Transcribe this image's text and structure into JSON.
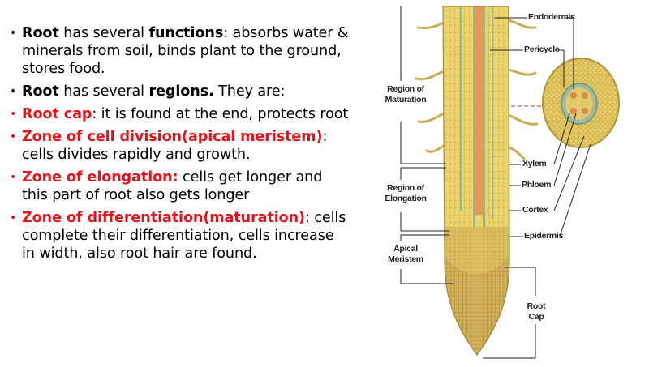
{
  "slide": {
    "bullets": [
      {
        "parts": [
          {
            "text": "Root",
            "style": "bold"
          },
          {
            "text": " has several ",
            "style": "normal"
          },
          {
            "text": "functions",
            "style": "bold"
          },
          {
            "text": ": absorbs water & minerals from soil, binds plant to the ground, stores food.",
            "style": "normal"
          }
        ]
      },
      {
        "parts": [
          {
            "text": "Root",
            "style": "bold"
          },
          {
            "text": " has several ",
            "style": "normal"
          },
          {
            "text": "regions.",
            "style": "bold"
          },
          {
            "text": " They are:",
            "style": "normal"
          }
        ]
      },
      {
        "parts": [
          {
            "text": "Root cap",
            "style": "red"
          },
          {
            "text": ": it is found at the end, protects root",
            "style": "normal"
          }
        ]
      },
      {
        "parts": [
          {
            "text": "Zone of cell division(apical meristem)",
            "style": "red"
          },
          {
            "text": ": cells divides rapidly and growth.",
            "style": "normal"
          }
        ]
      },
      {
        "parts": [
          {
            "text": "Zone of elongation:",
            "style": "red"
          },
          {
            "text": " cells get longer and this part of root also gets longer",
            "style": "normal"
          }
        ]
      },
      {
        "parts": [
          {
            "text": "Zone of differentiation(maturation)",
            "style": "red"
          },
          {
            "text": ": cells complete their differentiation, cells increase in width, also root hair are found.",
            "style": "normal"
          }
        ]
      }
    ]
  },
  "diagram": {
    "left_labels": {
      "maturation": [
        "Region of",
        "Maturation"
      ],
      "elongation": [
        "Region of",
        "Elongation"
      ],
      "meristem": [
        "Apical",
        "Meristem"
      ]
    },
    "right_labels": {
      "endodermis": "Endodermis",
      "pericycle": "Pericycle",
      "xylem": "Xylem",
      "phloem": "Phloem",
      "cortex": "Cortex",
      "epidermis": "Epidermis",
      "root_cap": [
        "Root",
        "Cap"
      ]
    },
    "colors": {
      "root_fill": "#ecd36a",
      "root_outline": "#a08a3c",
      "vascular_orange": "#e89a52",
      "vascular_teal": "#8fb5a8",
      "cap_fill": "#c9a24a",
      "red_text": "#e5141b"
    }
  }
}
